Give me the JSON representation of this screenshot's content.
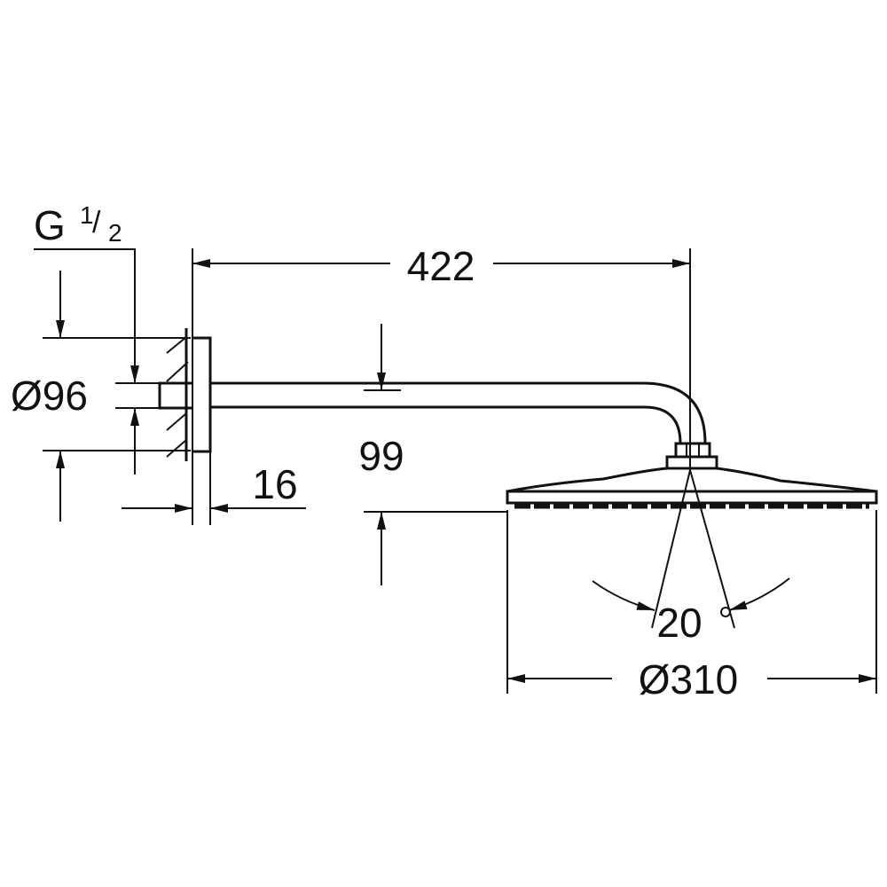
{
  "drawing": {
    "thread_label": "G",
    "thread_fraction_num": "1",
    "thread_fraction_den": "2",
    "arm_length": "422",
    "flange_diameter": "Ø96",
    "drop_height": "99",
    "flange_depth": "16",
    "tilt_angle": "20",
    "head_diameter": "Ø310",
    "line_color": "#111111"
  }
}
